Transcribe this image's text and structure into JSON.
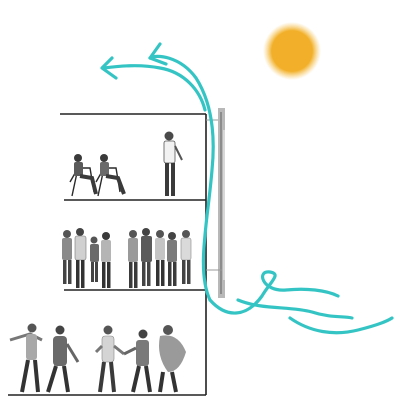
{
  "diagram": {
    "colors": {
      "flow": "#35c4c4",
      "sun_core": "#f2b02a",
      "sun_glow": "#f6c65a",
      "frame": "#222222",
      "wall": "#9a9a9a",
      "figure_dark": "#3a3a3a",
      "figure_mid": "#8a8a8a",
      "figure_light": "#c8c8c8"
    },
    "elements": {
      "sun": "sun",
      "building": "three-storey-building",
      "flow": "curving-arrows",
      "people": "grey-photo-cutout-figures"
    }
  }
}
